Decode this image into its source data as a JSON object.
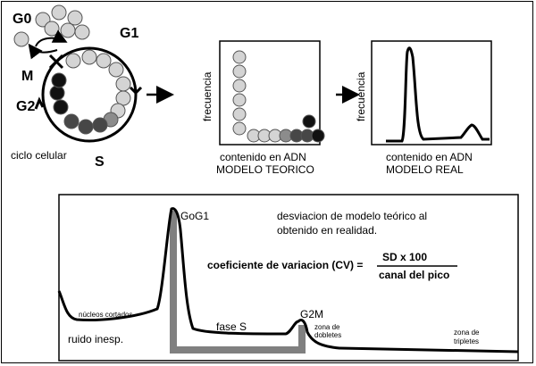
{
  "cell_cycle": {
    "phase_g0": "G0",
    "phase_g1": "G1",
    "phase_m": "M",
    "phase_g2": "G2",
    "phase_s": "S",
    "caption": "ciclo celular"
  },
  "theoretical_model": {
    "ylabel": "frecuencia",
    "xlabel": "contenido en ADN",
    "title": "MODELO TEORICO"
  },
  "real_model": {
    "ylabel": "frecuencia",
    "xlabel": "contenido en ADN",
    "title": "MODELO REAL"
  },
  "histogram": {
    "peak_g0g1": "GoG1",
    "note_line1": "desviacion de modelo teórico al",
    "note_line2": "obtenido en realidad.",
    "cv_label": "coeficiente de variacion (CV) =",
    "cv_numerator": "SD x 100",
    "cv_denominator": "canal del pico",
    "nuclei_label": "núcleos cortados",
    "noise_label": "ruido inesp.",
    "phase_s_label": "fase S",
    "peak_g2m": "G2M",
    "doublets_line1": "zona de",
    "doublets_line2": "dobletes",
    "triplets_line1": "zona de",
    "triplets_line2": "tripletes"
  },
  "colors": {
    "light_dot": "#d4d4d4",
    "mid_dot": "#8c8c8c",
    "dark_dot": "#474747",
    "black_dot": "#111111",
    "bar_gray": "#808080"
  }
}
